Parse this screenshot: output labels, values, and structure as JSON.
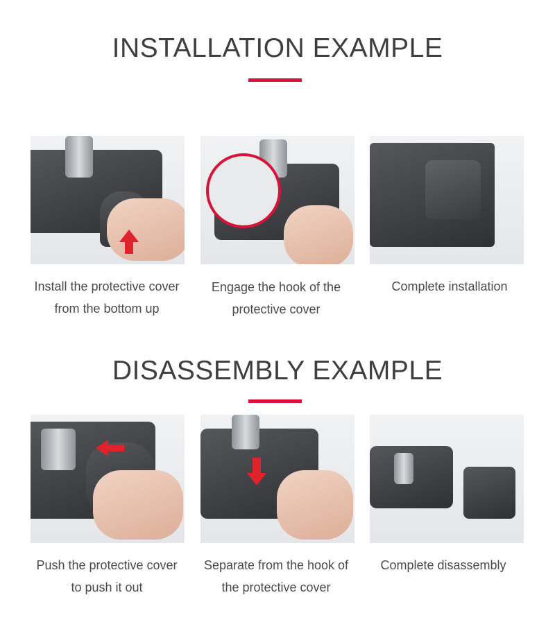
{
  "accent_color": "#d8133a",
  "installation": {
    "title": "INSTALLATION EXAMPLE",
    "steps": [
      {
        "line1": "Install the protective cover",
        "line2": "from the bottom up"
      },
      {
        "line1": "Engage the hook of the",
        "line2": "protective cover"
      },
      {
        "line1": "Complete installation",
        "line2": ""
      }
    ]
  },
  "disassembly": {
    "title": "DISASSEMBLY EXAMPLE",
    "steps": [
      {
        "line1": "Push the protective cover",
        "line2": "to push it out"
      },
      {
        "line1": "Separate from the hook of",
        "line2": "the protective cover"
      },
      {
        "line1": "Complete disassembly",
        "line2": ""
      }
    ]
  }
}
